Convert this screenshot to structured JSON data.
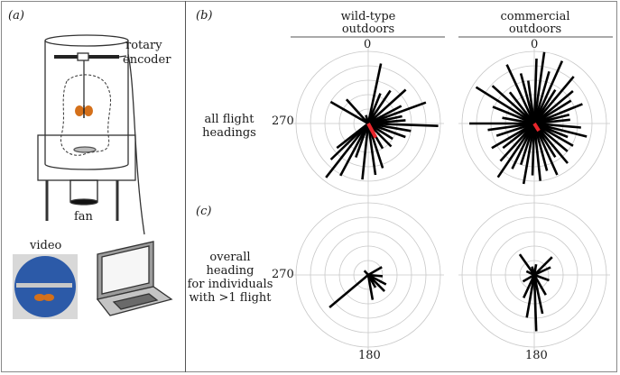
{
  "panel_labels": {
    "a": "(a)",
    "b": "(b)",
    "c": "(c)"
  },
  "apparatus": {
    "encoder_label_line1": "rotary",
    "encoder_label_line2": "encoder",
    "fan_label": "fan",
    "video_label": "video"
  },
  "columns": [
    {
      "line1": "wild-type",
      "line2": "outdoors"
    },
    {
      "line1": "commercial",
      "line2": "outdoors"
    }
  ],
  "row_labels": {
    "b": [
      "all flight",
      "headings"
    ],
    "c": [
      "overall",
      "heading",
      "for individuals",
      "with >1 flight"
    ]
  },
  "axis_labels": {
    "top": "0",
    "left": "270",
    "bottom": "180"
  },
  "colors": {
    "line": "#000000",
    "mean_vector": "#e8262c",
    "grid": "#c8c8c8"
  },
  "chart_data": [
    {
      "type": "polar",
      "name": "wild-type all flight headings",
      "rays": [
        {
          "angle": 0,
          "r": 0.05
        },
        {
          "angle": 12,
          "r": 0.85
        },
        {
          "angle": 22,
          "r": 0.45
        },
        {
          "angle": 34,
          "r": 0.55
        },
        {
          "angle": 48,
          "r": 0.7
        },
        {
          "angle": 62,
          "r": 0.52
        },
        {
          "angle": 70,
          "r": 0.85
        },
        {
          "angle": 78,
          "r": 0.48
        },
        {
          "angle": 85,
          "r": 0.52
        },
        {
          "angle": 92,
          "r": 0.97
        },
        {
          "angle": 100,
          "r": 0.6
        },
        {
          "angle": 110,
          "r": 0.55
        },
        {
          "angle": 122,
          "r": 0.4
        },
        {
          "angle": 135,
          "r": 0.45
        },
        {
          "angle": 150,
          "r": 0.4
        },
        {
          "angle": 162,
          "r": 0.65
        },
        {
          "angle": 172,
          "r": 0.72
        },
        {
          "angle": 186,
          "r": 0.78
        },
        {
          "angle": 200,
          "r": 0.5
        },
        {
          "angle": 208,
          "r": 0.82
        },
        {
          "angle": 218,
          "r": 0.95
        },
        {
          "angle": 226,
          "r": 0.72
        },
        {
          "angle": 232,
          "r": 0.55
        },
        {
          "angle": 300,
          "r": 0.6
        },
        {
          "angle": 318,
          "r": 0.45
        },
        {
          "angle": 345,
          "r": 0.12
        }
      ],
      "mean_vector": {
        "angle": 152,
        "r": 0.22
      }
    },
    {
      "type": "polar",
      "name": "commercial all flight headings",
      "rays": [
        {
          "angle": 2,
          "r": 0.9
        },
        {
          "angle": 8,
          "r": 1.0
        },
        {
          "angle": 16,
          "r": 0.75
        },
        {
          "angle": 24,
          "r": 0.95
        },
        {
          "angle": 32,
          "r": 0.55
        },
        {
          "angle": 40,
          "r": 0.85
        },
        {
          "angle": 50,
          "r": 0.7
        },
        {
          "angle": 58,
          "r": 0.6
        },
        {
          "angle": 68,
          "r": 0.72
        },
        {
          "angle": 76,
          "r": 0.5
        },
        {
          "angle": 84,
          "r": 0.5
        },
        {
          "angle": 95,
          "r": 0.65
        },
        {
          "angle": 104,
          "r": 0.75
        },
        {
          "angle": 112,
          "r": 0.5
        },
        {
          "angle": 120,
          "r": 0.62
        },
        {
          "angle": 130,
          "r": 0.6
        },
        {
          "angle": 140,
          "r": 0.72
        },
        {
          "angle": 148,
          "r": 0.55
        },
        {
          "angle": 156,
          "r": 0.78
        },
        {
          "angle": 165,
          "r": 0.68
        },
        {
          "angle": 174,
          "r": 0.8
        },
        {
          "angle": 182,
          "r": 0.72
        },
        {
          "angle": 190,
          "r": 0.85
        },
        {
          "angle": 198,
          "r": 0.6
        },
        {
          "angle": 206,
          "r": 0.7
        },
        {
          "angle": 214,
          "r": 0.9
        },
        {
          "angle": 222,
          "r": 0.7
        },
        {
          "angle": 232,
          "r": 0.55
        },
        {
          "angle": 240,
          "r": 0.68
        },
        {
          "angle": 252,
          "r": 0.55
        },
        {
          "angle": 262,
          "r": 0.65
        },
        {
          "angle": 270,
          "r": 0.9
        },
        {
          "angle": 280,
          "r": 0.45
        },
        {
          "angle": 292,
          "r": 0.62
        },
        {
          "angle": 302,
          "r": 0.95
        },
        {
          "angle": 312,
          "r": 0.78
        },
        {
          "angle": 322,
          "r": 0.55
        },
        {
          "angle": 335,
          "r": 0.9
        },
        {
          "angle": 345,
          "r": 0.72
        },
        {
          "angle": 352,
          "r": 0.6
        }
      ],
      "mean_vector": {
        "angle": 148,
        "r": 0.12
      }
    },
    {
      "type": "polar",
      "name": "wild-type overall heading",
      "rays": [
        {
          "angle": 60,
          "r": 0.22
        },
        {
          "angle": 95,
          "r": 0.2
        },
        {
          "angle": 118,
          "r": 0.28
        },
        {
          "angle": 135,
          "r": 0.32
        },
        {
          "angle": 150,
          "r": 0.2
        },
        {
          "angle": 170,
          "r": 0.35
        },
        {
          "angle": 230,
          "r": 0.7
        },
        {
          "angle": 318,
          "r": 0.08
        }
      ]
    },
    {
      "type": "polar",
      "name": "commercial overall heading",
      "rays": [
        {
          "angle": 10,
          "r": 0.15
        },
        {
          "angle": 45,
          "r": 0.35
        },
        {
          "angle": 65,
          "r": 0.25
        },
        {
          "angle": 110,
          "r": 0.22
        },
        {
          "angle": 150,
          "r": 0.32
        },
        {
          "angle": 168,
          "r": 0.55
        },
        {
          "angle": 178,
          "r": 0.78
        },
        {
          "angle": 190,
          "r": 0.6
        },
        {
          "angle": 205,
          "r": 0.35
        },
        {
          "angle": 240,
          "r": 0.18
        },
        {
          "angle": 295,
          "r": 0.12
        },
        {
          "angle": 325,
          "r": 0.35
        },
        {
          "angle": 345,
          "r": 0.12
        }
      ]
    }
  ]
}
